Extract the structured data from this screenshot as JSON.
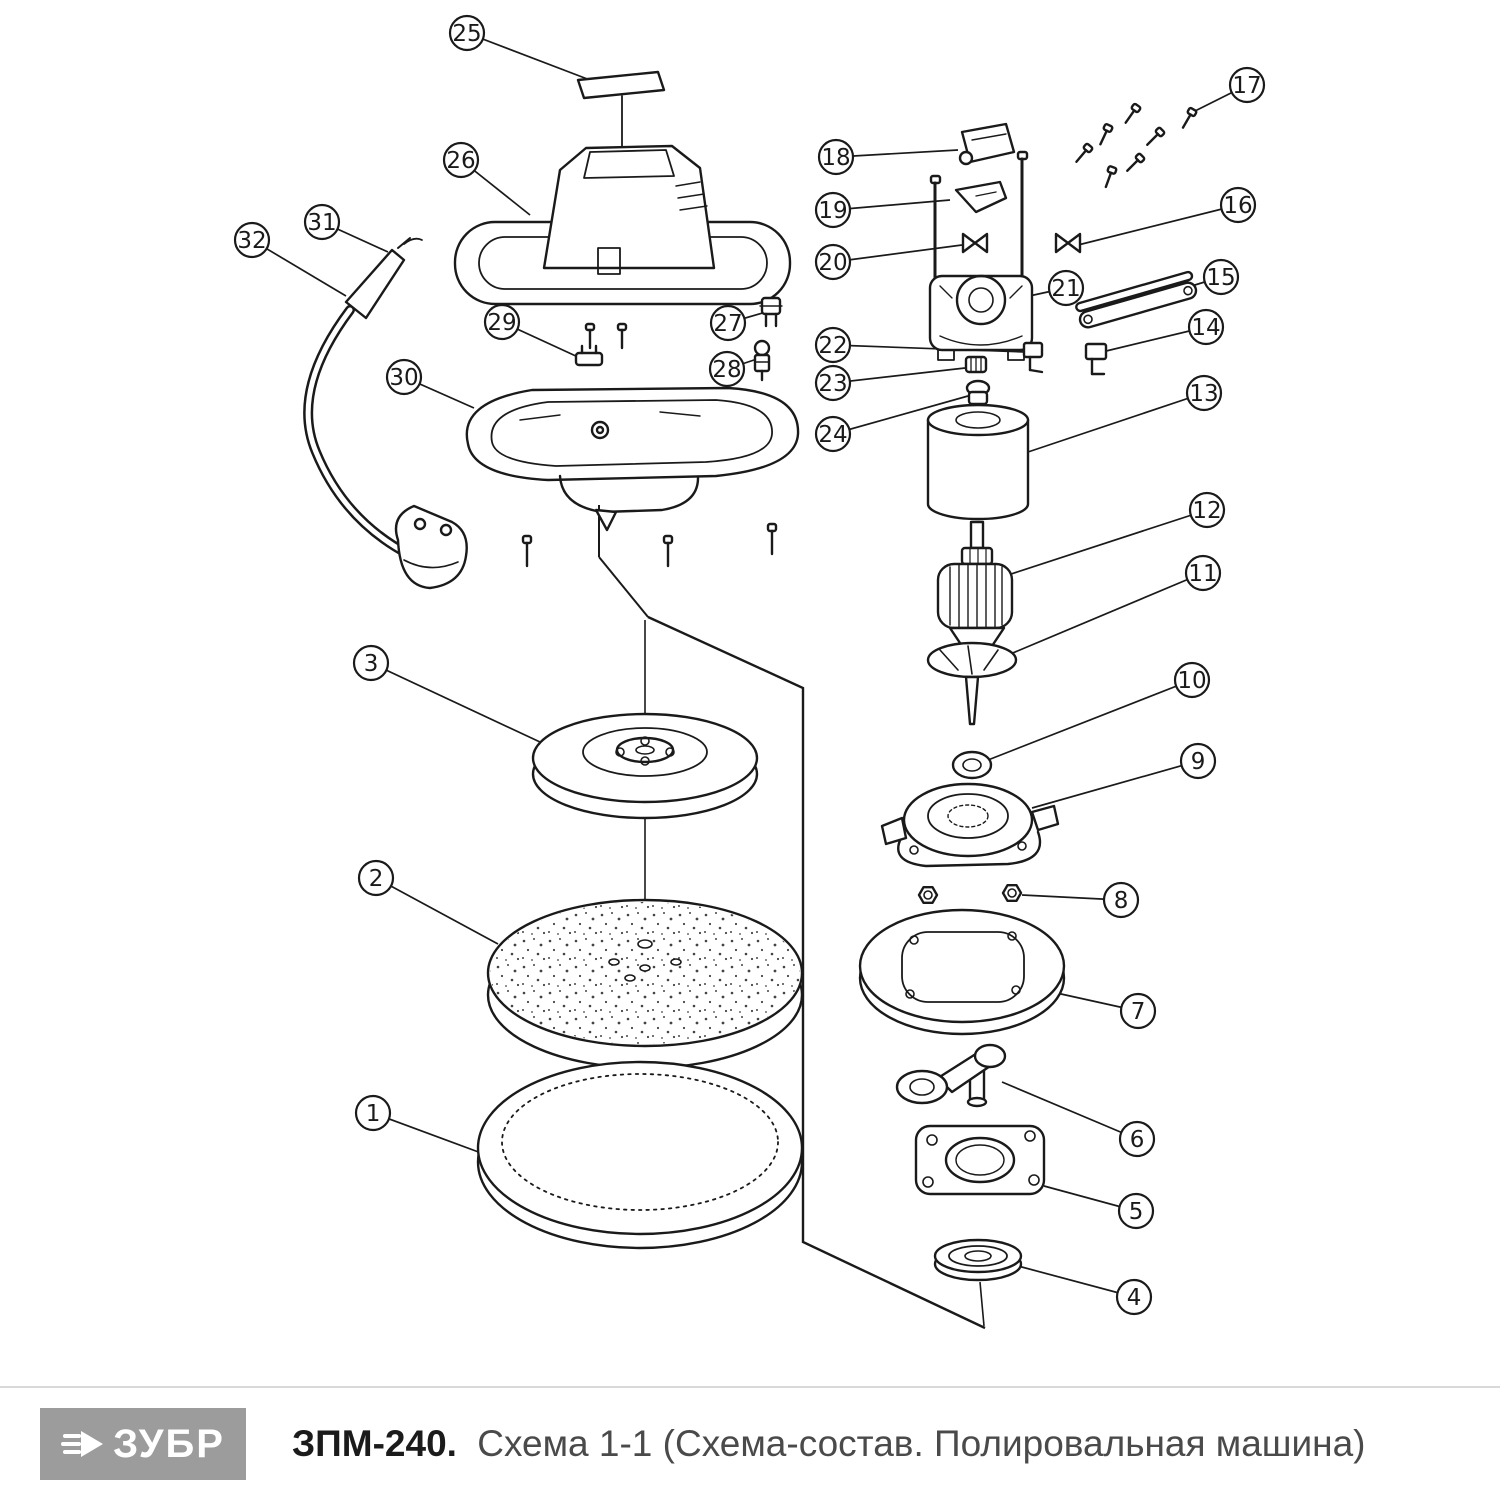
{
  "diagram": {
    "callout_labels": [
      "1",
      "2",
      "3",
      "4",
      "5",
      "6",
      "7",
      "8",
      "9",
      "10",
      "11",
      "12",
      "13",
      "14",
      "15",
      "16",
      "17",
      "18",
      "19",
      "20",
      "21",
      "22",
      "23",
      "24",
      "25",
      "26",
      "27",
      "28",
      "29",
      "30",
      "31",
      "32"
    ]
  },
  "footer": {
    "brand": "ЗУБР",
    "model": "ЗПМ-240.",
    "subtitle": "Схема 1-1 (Схема-состав. Полировальная машина)"
  },
  "colors": {
    "line": "#1a1a1a",
    "logo_bg": "#9c9c9c",
    "title_gray": "#4a4a4a",
    "divider": "#d9d9d9"
  }
}
